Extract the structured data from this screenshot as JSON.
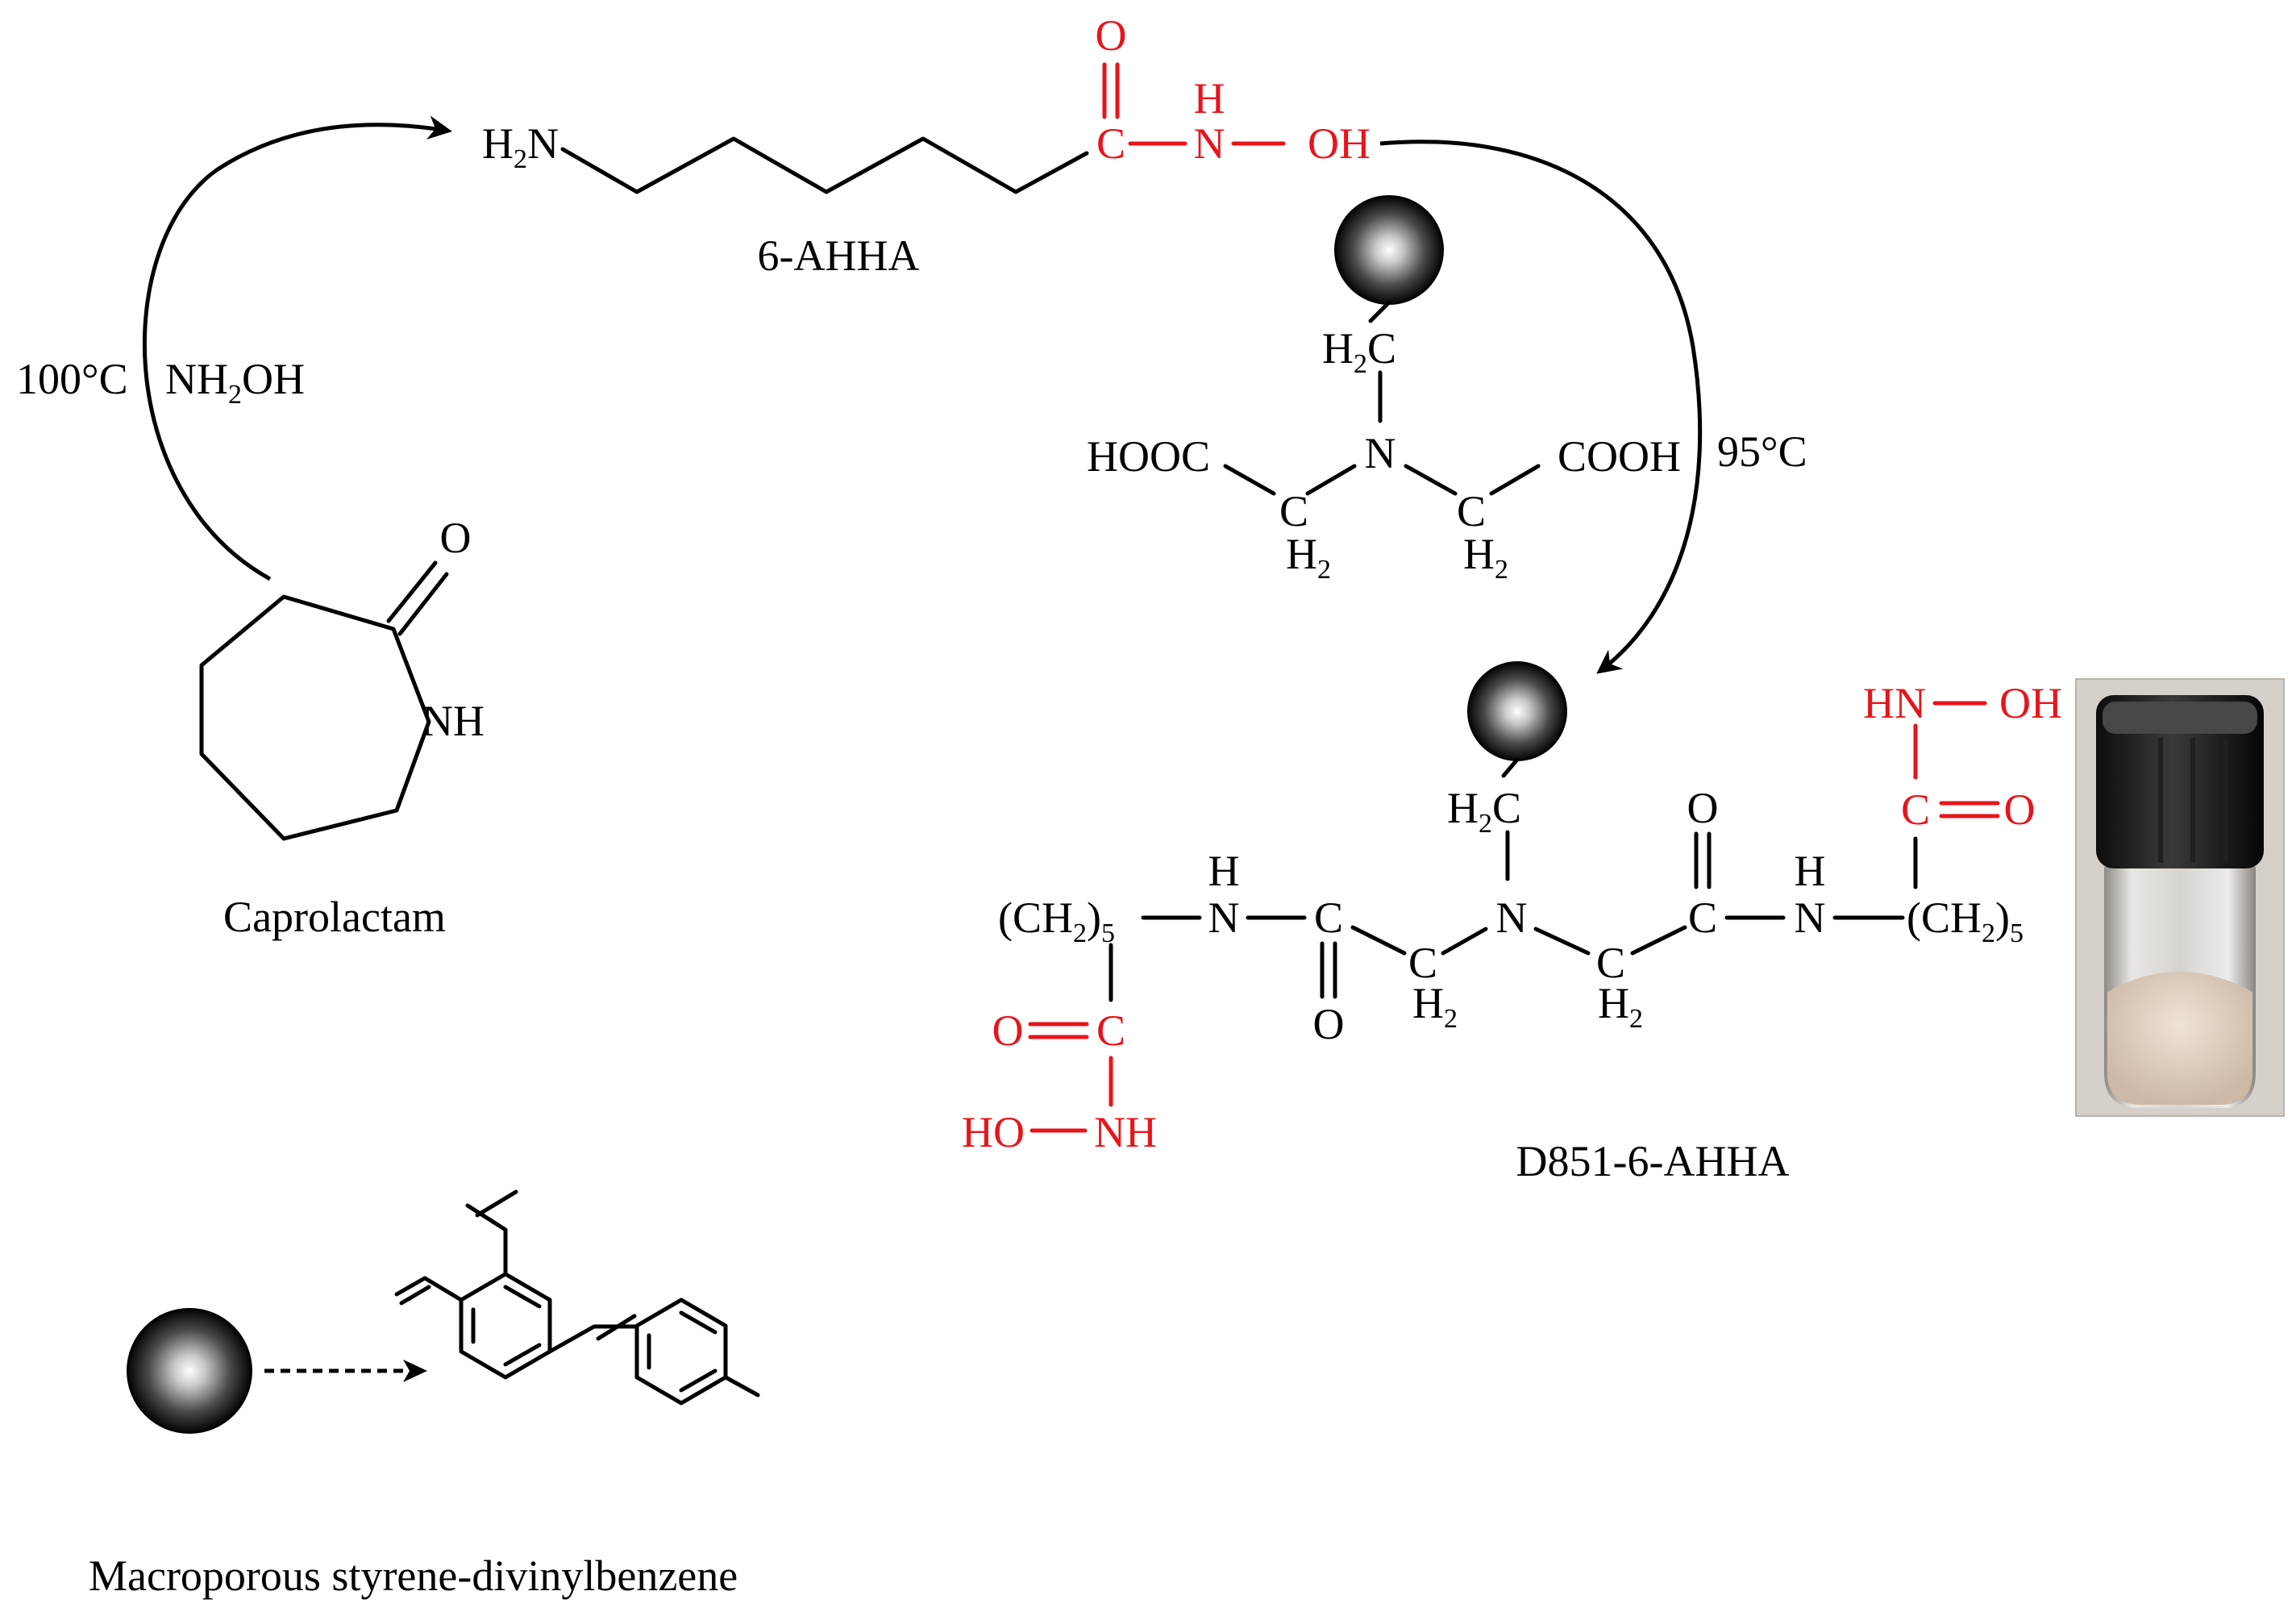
{
  "colors": {
    "bond": "#000000",
    "hydroxamic": "#e8141b",
    "bead_dark": "#000000",
    "bead_light": "#ffffff"
  },
  "compounds": {
    "caprolactam": {
      "name": "Caprolactam",
      "carbonyl_o": "O",
      "nh": "NH"
    },
    "ahha": {
      "name": "6-AHHA",
      "amine": "H2N",
      "carbon": "C",
      "oxygen": "O",
      "nh_n": "N",
      "nh_h": "H",
      "oh": "OH"
    },
    "resin": {
      "ch2_top": "H2C",
      "n": "N",
      "left_acid": "HOOC",
      "right_acid": "COOH",
      "ch2_left": "C",
      "ch2_left_h": "H2",
      "ch2_right": "C",
      "ch2_right_h": "H2"
    },
    "product": {
      "name": "D851-6-AHHA",
      "ch2_top": "H2C",
      "n_center": "N",
      "left_chain": "(CH2)5",
      "right_chain": "(CH2)5",
      "nh_n": "N",
      "nh_h": "H",
      "carbonyl_c": "C",
      "carbonyl_o": "O",
      "ch2": "C",
      "ch2_h": "H2",
      "ha_c": "C",
      "ha_o": "O",
      "ha_left_nh": "NH",
      "ha_left_ho": "HO",
      "ha_right_hn": "HN",
      "ha_right_oh": "OH"
    },
    "support": {
      "name": "Macroporous styrene-divinylbenzene"
    }
  },
  "conditions": {
    "step1_temp": "100°C",
    "step1_reagent": "NH2OH",
    "step2_temp": "95°C"
  },
  "icons": {
    "bead": "resin-bead-icon",
    "vial": "product-vial-photo"
  }
}
